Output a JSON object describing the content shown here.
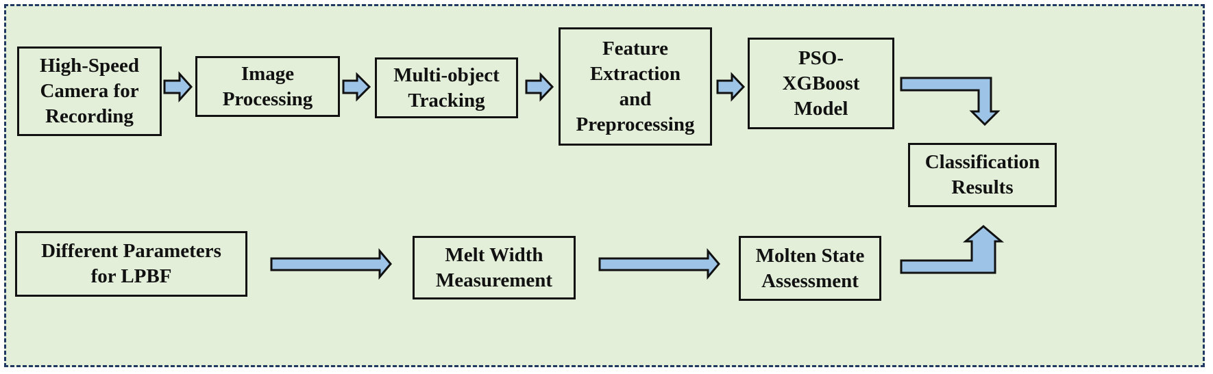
{
  "colors": {
    "panel_bg": "#e3efd9",
    "panel_border": "#1f3864",
    "box_border": "#111111",
    "arrow_fill": "#9dc3e6"
  },
  "nodes": {
    "camera": "High-Speed\nCamera for\nRecording",
    "image_processing": "Image\nProcessing",
    "tracking": "Multi-object\nTracking",
    "feature": "Feature\nExtraction\nand\nPreprocessing",
    "model": "PSO-\nXGBoost\nModel",
    "classification": "Classification\nResults",
    "parameters": "Different Parameters\nfor LPBF",
    "melt_width": "Melt Width\nMeasurement",
    "molten_state": "Molten State\nAssessment"
  },
  "edges": [
    [
      "camera",
      "image_processing"
    ],
    [
      "image_processing",
      "tracking"
    ],
    [
      "tracking",
      "feature"
    ],
    [
      "feature",
      "model"
    ],
    [
      "model",
      "classification"
    ],
    [
      "parameters",
      "melt_width"
    ],
    [
      "melt_width",
      "molten_state"
    ],
    [
      "molten_state",
      "classification"
    ]
  ]
}
